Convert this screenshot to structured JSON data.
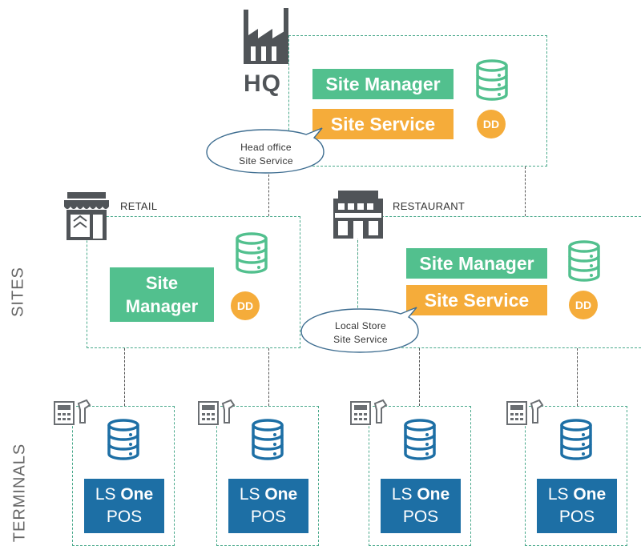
{
  "side_labels": {
    "sites": "SITES",
    "terminals": "TERMINALS"
  },
  "hq": {
    "label": "HQ",
    "site_manager": "Site Manager",
    "site_service": "Site Service",
    "dd": "DD",
    "callout": [
      "Head office",
      "Site Service"
    ]
  },
  "retail": {
    "label": "RETAIL",
    "site_manager_line1": "Site",
    "site_manager_line2": "Manager",
    "dd": "DD"
  },
  "restaurant": {
    "label": "RESTAURANT",
    "site_manager": "Site Manager",
    "site_service": "Site Service",
    "dd": "DD",
    "callout": [
      "Local Store",
      "Site Service"
    ]
  },
  "terminals": [
    {
      "brand_light": "LS",
      "brand_bold": "One",
      "product": "POS"
    },
    {
      "brand_light": "LS",
      "brand_bold": "One",
      "product": "POS"
    },
    {
      "brand_light": "LS",
      "brand_bold": "One",
      "product": "POS"
    },
    {
      "brand_light": "LS",
      "brand_bold": "One",
      "product": "POS"
    }
  ],
  "colors": {
    "green": "#52c08e",
    "orange": "#f5ac3a",
    "navy": "#1d6fa5",
    "db_green": "#52c08e",
    "db_blue": "#1d6fa5",
    "icon_gray": "#505458"
  },
  "icons": [
    "factory-icon",
    "store-icon",
    "restaurant-icon",
    "database-icon",
    "pos-terminal-icon"
  ]
}
